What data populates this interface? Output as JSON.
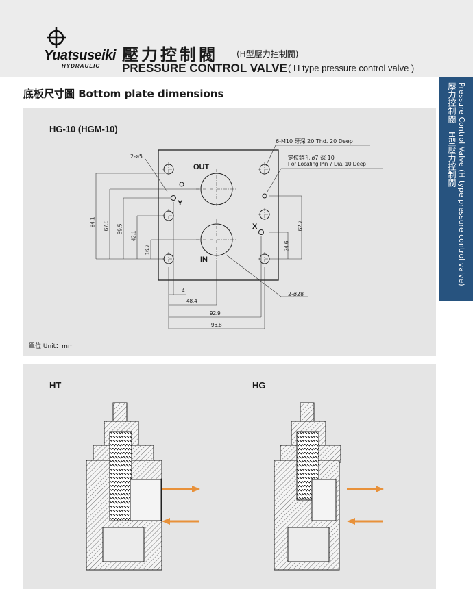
{
  "header": {
    "brand_name": "Yuatsuseiki",
    "brand_sub": "HYDRAULIC",
    "title_zh": "壓力控制閥",
    "title_zh_sub": "(H型壓力控制閥)",
    "title_en": "PRESSURE CONTROL VALVE",
    "title_en_sub": "( H type pressure control valve )"
  },
  "side_tab": {
    "zh": "壓力控制閥　H型壓力控制閥",
    "en": "Pressure Control Valve (H type pressure control valve)"
  },
  "section": {
    "title": "底板尺寸圖  Bottom plate dimensions"
  },
  "drawing": {
    "model": "HG-10 (HGM-10)",
    "port_out": "OUT",
    "port_in": "IN",
    "port_x": "X",
    "port_y": "Y",
    "note_thread": "6-M10 牙深 20 Thd. 20 Deep",
    "note_pin_zh": "定位銷孔 ø7 深 10",
    "note_pin_en": "For Locating Pin 7 Dia. 10 Deep",
    "note_small_holes": "2-ø5",
    "note_big_holes": "2-ø28",
    "dims_v_left": [
      "84.1",
      "67.5",
      "59.5",
      "42.1",
      "16.7"
    ],
    "dims_v_right": [
      "62.7",
      "24.6"
    ],
    "dims_h": [
      "4",
      "48.4",
      "92.9",
      "96.8"
    ],
    "unit": "單位 Unit：mm"
  },
  "views": {
    "left_label": "HT",
    "right_label": "HG"
  },
  "colors": {
    "side_tab": "#27537f",
    "arrow": "#e8913a",
    "panel": "#e5e5e5"
  }
}
